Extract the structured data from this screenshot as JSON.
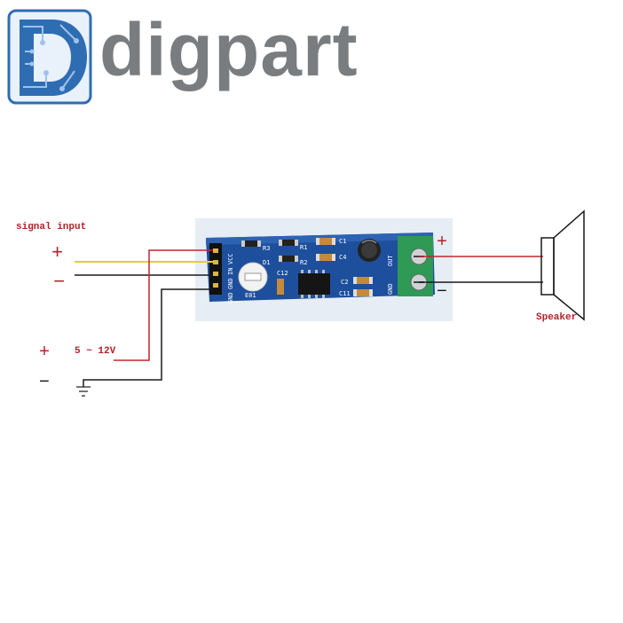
{
  "brand": {
    "name": "digpart",
    "logo_letter": "D"
  },
  "labels": {
    "signal_input": "signal input",
    "signal_plus": "+",
    "signal_minus": "−",
    "power_plus": "+",
    "power_range": "5 ~ 12V",
    "power_minus": "−",
    "out_plus": "+",
    "out_minus": "−",
    "speaker": "Speaker"
  },
  "board": {
    "pins": [
      "VCC",
      "IN",
      "GND",
      "GND"
    ],
    "terminals": [
      "OUT",
      "GND"
    ],
    "components": [
      "R3",
      "R1",
      "R2",
      "D1",
      "C1",
      "C4",
      "C12",
      "C2",
      "C11",
      "E01"
    ]
  },
  "colors": {
    "pcb": "#1d4f9c",
    "terminal": "#2f9a55",
    "wire_red": "#c1272d",
    "wire_yellow": "#e6cf2b",
    "wire_black": "#1a1a1a",
    "brand_gray": "#7a7d80",
    "logo_blue": "#2f6db3"
  }
}
